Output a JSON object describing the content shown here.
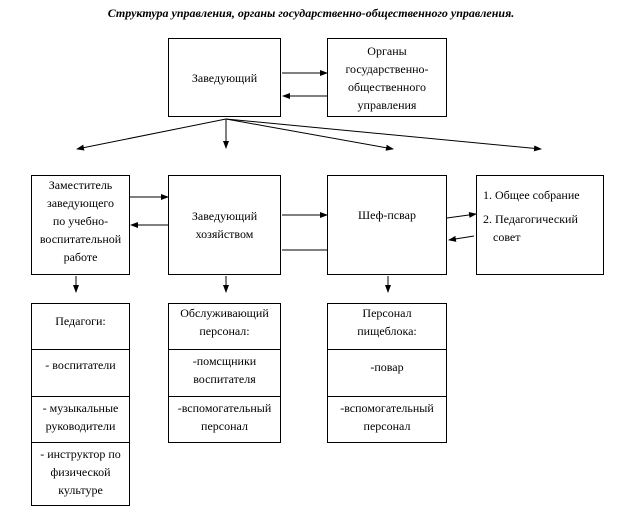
{
  "title": "Структура управления, органы государственно-общественного управления.",
  "boxes": {
    "head": "Заведующий",
    "gov_bodies": [
      "Органы",
      "государственно-",
      "общественного",
      "управления"
    ],
    "deputy": [
      "Заместитель",
      "заведующего",
      "по учебно-",
      "воспитательной",
      "работе"
    ],
    "supply_manager": [
      "Заведующий",
      "хозяйством"
    ],
    "chef": "Шеф-псвар",
    "councils": [
      "1. Общее собрание",
      "2. Педагогический",
      "совет"
    ]
  },
  "stacks": {
    "teachers": {
      "cells": [
        [
          "Педагоги:"
        ],
        [
          "- воспитатели"
        ],
        [
          "- музыкальные",
          "руководители"
        ],
        [
          "- инструктор по",
          "физической",
          "культуре"
        ]
      ]
    },
    "service_staff": {
      "cells": [
        [
          "Обслуживающий",
          "персонал:"
        ],
        [
          "-помсщники",
          "воспитателя"
        ],
        [
          "-вспомогательный",
          "персонал"
        ]
      ]
    },
    "kitchen_staff": {
      "cells": [
        [
          "Персонал",
          "пищеблока:"
        ],
        [
          "-повар"
        ],
        [
          "-вспомогательный",
          "персонал"
        ]
      ]
    }
  }
}
